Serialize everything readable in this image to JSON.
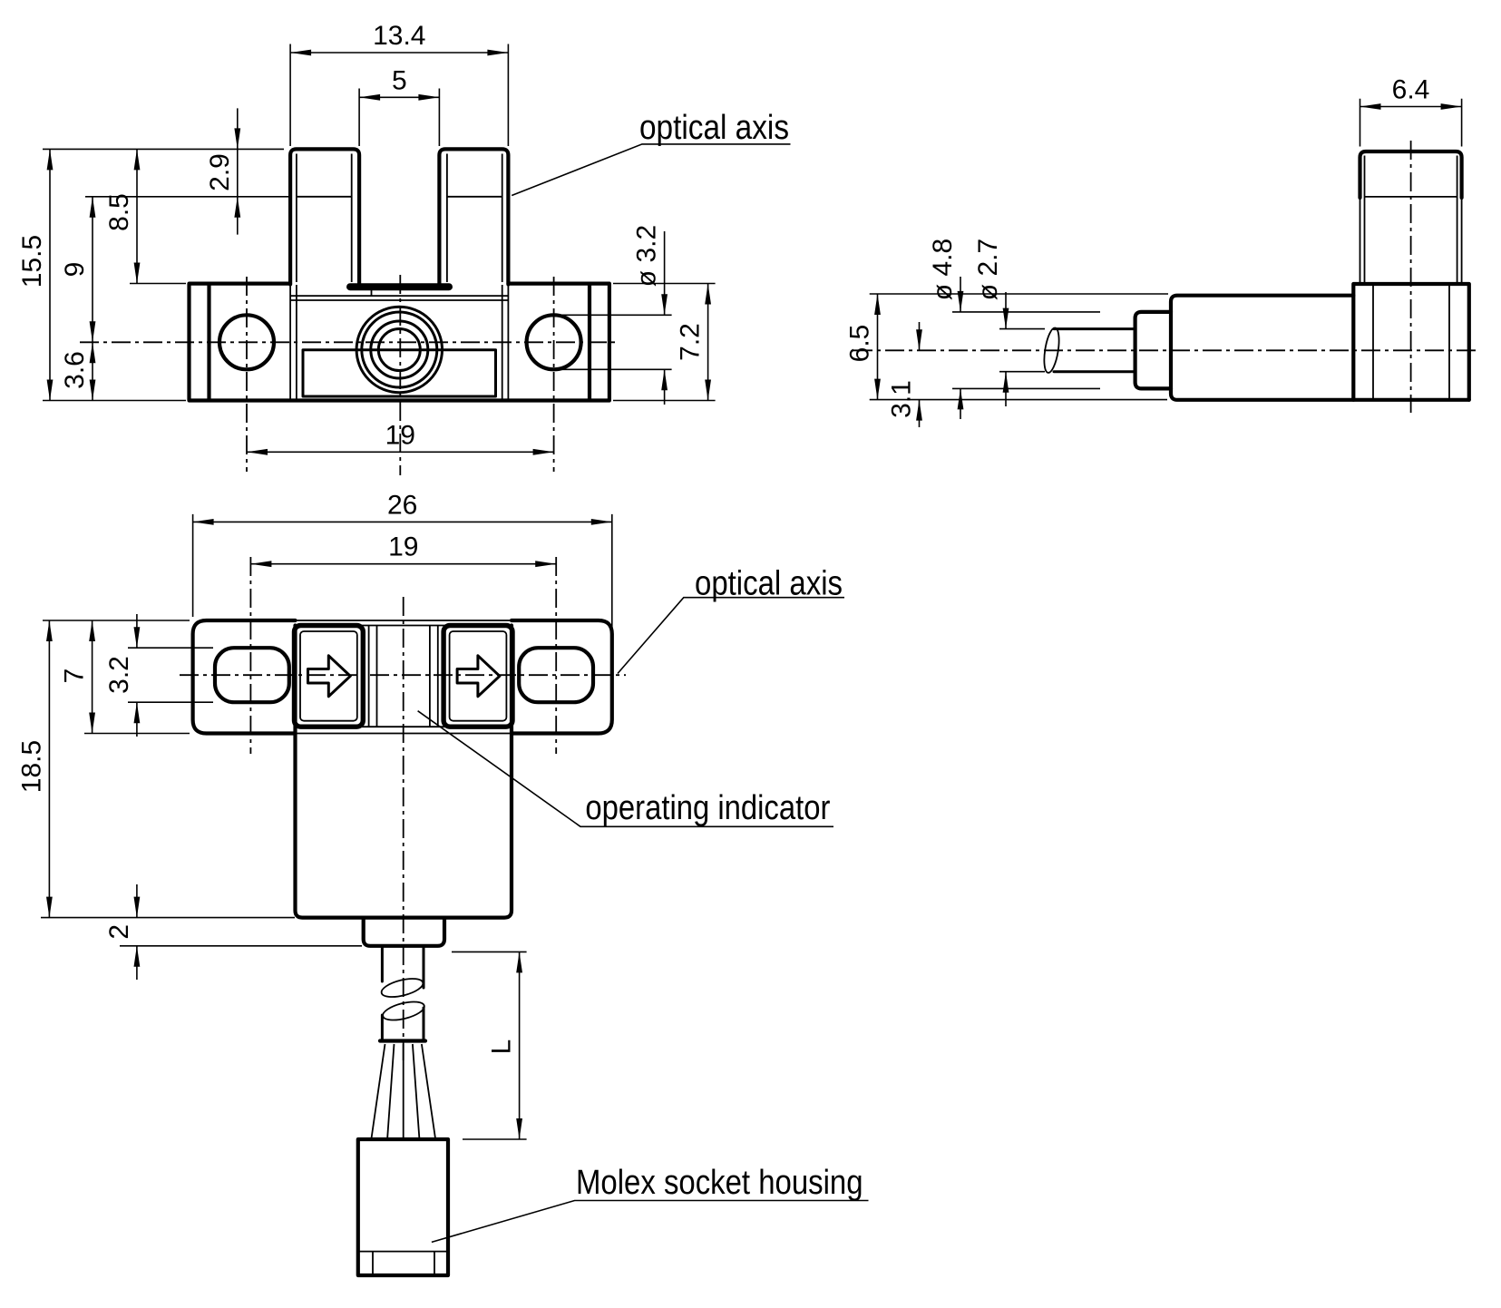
{
  "colors": {
    "background": "#ffffff",
    "ink": "#000000"
  },
  "views": {
    "front": {
      "dims": {
        "head_width": "13.4",
        "slot_width": "5",
        "axis_depth": "2.9",
        "head_height": "8.5",
        "axis_to_center": "9",
        "overall_height": "15.5",
        "center_to_bottom": "3.6",
        "hole_spacing": "19",
        "hole_diameter": "ø 3.2",
        "base_height": "7.2"
      },
      "labels": {
        "optical_axis": "optical axis"
      }
    },
    "side": {
      "dims": {
        "prong_width": "6.4",
        "gland_diameter": "ø 4.8",
        "cable_diameter": "ø 2.7",
        "body_height": "6.5",
        "axis_height": "3.1"
      }
    },
    "bottom": {
      "dims": {
        "overall_width": "26",
        "hole_spacing": "19",
        "plate_height": "7",
        "hole_width": "3.2",
        "body_height": "18.5",
        "neck_height": "2",
        "cable_length": "L"
      },
      "labels": {
        "optical_axis": "optical axis",
        "operating_indicator": "operating indicator",
        "molex_socket": "Molex socket housing"
      }
    }
  }
}
